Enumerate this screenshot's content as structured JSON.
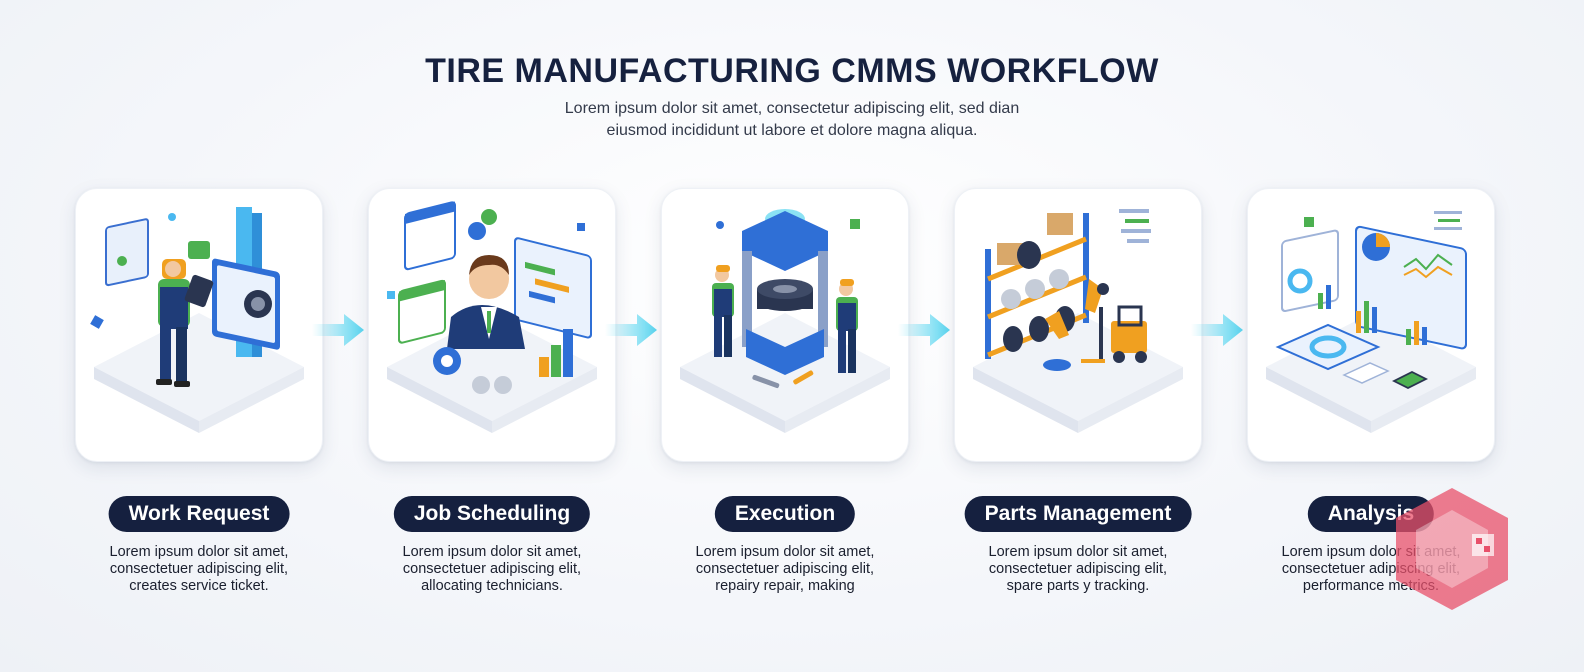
{
  "header": {
    "title": "TIRE MANUFACTURING CMMS WORKFLOW",
    "subtitle_lines": [
      "Lorem ipsum dolor sit amet, consectetur adipiscing elit, sed dian",
      "eiusmod incididunt ut labore et dolore magna aliqua."
    ]
  },
  "steps": [
    {
      "label": "Work Request",
      "icon": "technician-kiosk-icon",
      "desc": [
        "Lorem ipsum dolor sit amet,",
        "consectetuer adipiscing elit,",
        "creates service ticket."
      ]
    },
    {
      "label": "Job Scheduling",
      "icon": "scheduler-calendar-icon",
      "desc": [
        "Lorem ipsum dolor sit amet,",
        "consectetuer adipiscing elit,",
        "allocating technicians."
      ]
    },
    {
      "label": "Execution",
      "icon": "tire-press-repair-icon",
      "desc": [
        "Lorem ipsum dolor sit amet,",
        "consectetuer adipiscing elit,",
        "repairy repair, making"
      ]
    },
    {
      "label": "Parts Management",
      "icon": "warehouse-forklift-icon",
      "desc": [
        "Lorem ipsum dolor sit amet,",
        "consectetuer adipiscing elit,",
        "spare parts у tracking."
      ]
    },
    {
      "label": "Analysis",
      "icon": "analytics-dashboard-icon",
      "desc": [
        "Lorem ipsum dolor sit amet,",
        "consectetuer adipiscing elit,",
        "performance metrics."
      ]
    }
  ],
  "colors": {
    "pill_bg": "#15203f",
    "arrow": "#5ad6f0",
    "accent_blue": "#2f6fd6",
    "accent_green": "#4cb050",
    "accent_orange": "#f0a020"
  }
}
